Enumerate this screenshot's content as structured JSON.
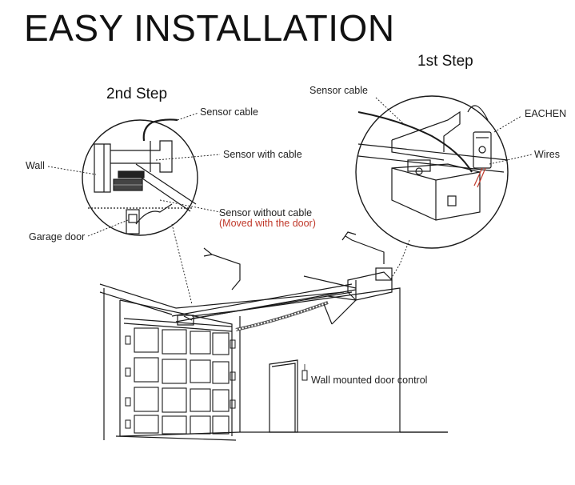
{
  "title": "EASY INSTALLATION",
  "steps": {
    "first": "1st Step",
    "second": "2nd Step"
  },
  "labels": {
    "sensor_cable_left": "Sensor cable",
    "sensor_with_cable": "Sensor with cable",
    "wall": "Wall",
    "sensor_without_cable": "Sensor without cable",
    "moved_with_door": "(Moved with the door)",
    "garage_door": "Garage door",
    "sensor_cable_right": "Sensor cable",
    "eachen": "EACHEN",
    "wires": "Wires",
    "wall_control": "Wall mounted door control"
  },
  "colors": {
    "line": "#1a1a1a",
    "accent_red": "#c0392b",
    "background": "#ffffff"
  }
}
